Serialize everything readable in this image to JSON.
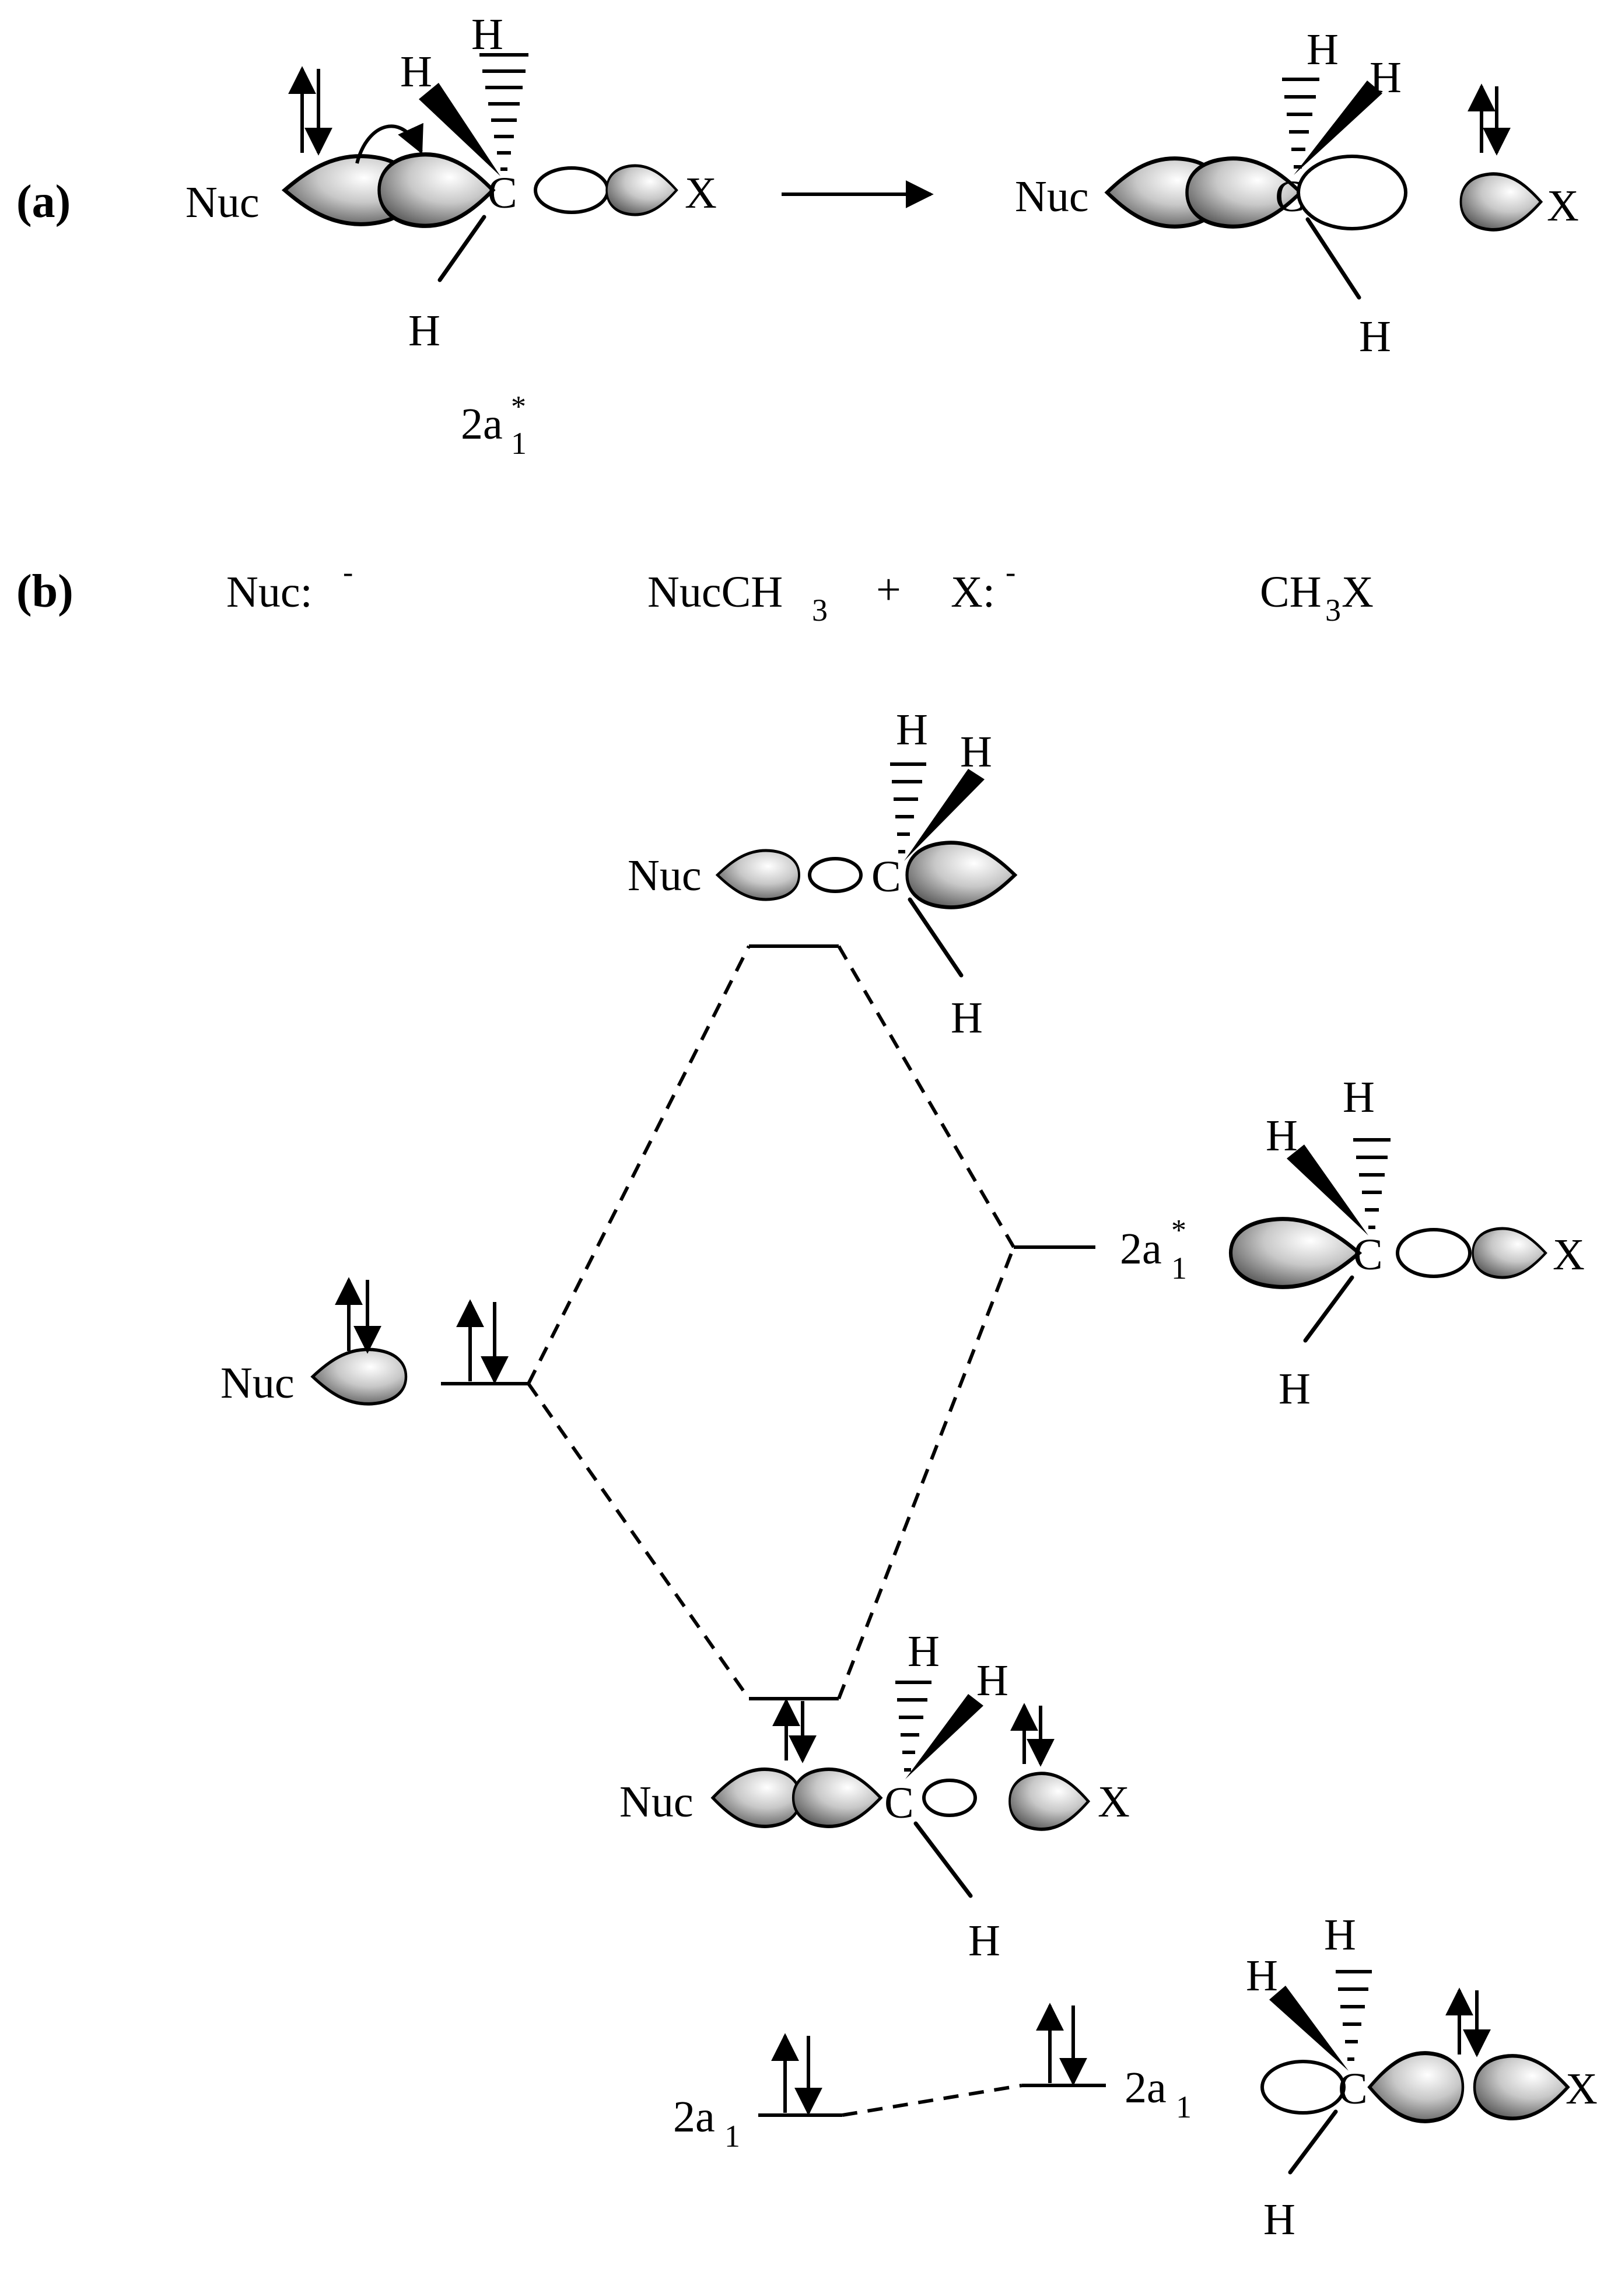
{
  "panels": {
    "a": {
      "label": "(a)",
      "nuc": "Nuc",
      "c": "C",
      "x": "X",
      "h": "H",
      "orbital_label_base": "2a",
      "orbital_label_sub": "1",
      "orbital_label_sup": "*"
    },
    "b": {
      "label": "(b)",
      "nuc_anion": "Nuc:",
      "nuc_anion_charge": "-",
      "product_pre": "NucCH",
      "product_sub": "3",
      "plus": "+",
      "leaving": "X:",
      "leaving_charge": "-",
      "substrate_pre": "CH",
      "substrate_sub": "3",
      "substrate_post": "X"
    }
  },
  "levels": {
    "antibonding_label": {
      "base": "2a",
      "sub": "1",
      "sup": "*"
    },
    "lower_left_label": {
      "base": "2a",
      "sub": "1"
    },
    "lower_right_label": {
      "base": "2a",
      "sub": "1"
    }
  },
  "atoms": {
    "nuc": "Nuc",
    "c": "C",
    "x": "X",
    "h": "H"
  }
}
